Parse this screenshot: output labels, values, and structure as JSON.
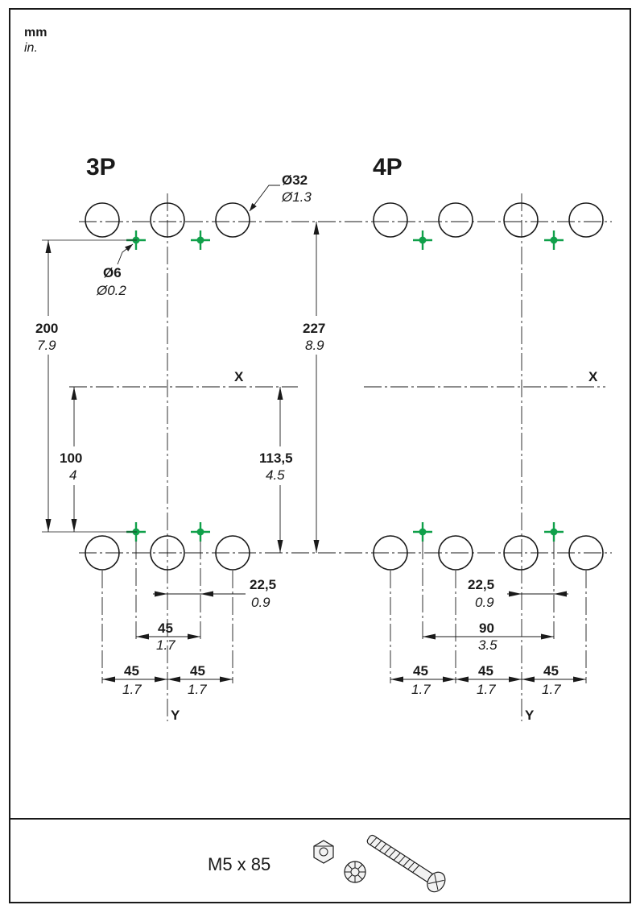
{
  "units": {
    "primary": "mm",
    "secondary": "in."
  },
  "sections": {
    "three_pole": "3P",
    "four_pole": "4P"
  },
  "axes": {
    "x_left": "X",
    "x_right": "X",
    "y_left": "Y",
    "y_right": "Y"
  },
  "callouts": {
    "hole_large": {
      "mm": "Ø32",
      "in": "Ø1.3"
    },
    "hole_small": {
      "mm": "Ø6",
      "in": "Ø0.2"
    }
  },
  "dimensions": {
    "d200": {
      "mm": "200",
      "in": "7.9"
    },
    "d100": {
      "mm": "100",
      "in": "4"
    },
    "d227": {
      "mm": "227",
      "in": "8.9"
    },
    "d113": {
      "mm": "113,5",
      "in": "4.5"
    },
    "d22_3p": {
      "mm": "22,5",
      "in": "0.9"
    },
    "d45_3p_mid": {
      "mm": "45",
      "in": "1.7"
    },
    "d45_3p_left": {
      "mm": "45",
      "in": "1.7"
    },
    "d45_3p_right": {
      "mm": "45",
      "in": "1.7"
    },
    "d22_4p": {
      "mm": "22,5",
      "in": "0.9"
    },
    "d90_4p": {
      "mm": "90",
      "in": "3.5"
    },
    "d45_4p_a": {
      "mm": "45",
      "in": "1.7"
    },
    "d45_4p_b": {
      "mm": "45",
      "in": "1.7"
    },
    "d45_4p_c": {
      "mm": "45",
      "in": "1.7"
    }
  },
  "hardware": {
    "screw_label": "M5 x 85",
    "icons": [
      "hex-nut-icon",
      "lock-washer-icon",
      "screw-icon"
    ]
  },
  "colors": {
    "fixing_marker": "#10a04a",
    "line": "#1a1a1a"
  }
}
